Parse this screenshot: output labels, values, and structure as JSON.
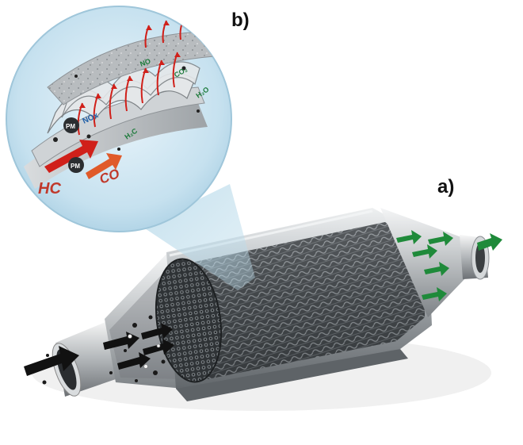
{
  "panels": {
    "a": "a)",
    "b": "b)"
  },
  "inset": {
    "inlet_labels": [
      {
        "key": "hc",
        "text": "HC",
        "color": "#c0392b"
      },
      {
        "key": "co_in",
        "text": "CO",
        "color": "#c0392b"
      },
      {
        "key": "pm_1",
        "text": "PM",
        "color": "#ffffff"
      },
      {
        "key": "pm_2",
        "text": "PM",
        "color": "#ffffff"
      },
      {
        "key": "nox",
        "text": "NOx",
        "color": "#1e5fa8"
      }
    ],
    "outlet_labels": [
      {
        "key": "no",
        "text": "NO",
        "color": "#1c7a3a"
      },
      {
        "key": "co2",
        "text": "CO₂",
        "color": "#1c7a3a"
      },
      {
        "key": "h2o",
        "text": "H₂O",
        "color": "#1c7a3a"
      },
      {
        "key": "h2c",
        "text": "H₂C",
        "color": "#1c7a3a"
      }
    ]
  },
  "colors": {
    "inflow_arrow": "#111111",
    "outflow_arrow": "#1f8a3a",
    "reaction_arrow": "#d0201a",
    "inset_bg": "#cfe6f2",
    "metal": "#b9bcbf"
  }
}
